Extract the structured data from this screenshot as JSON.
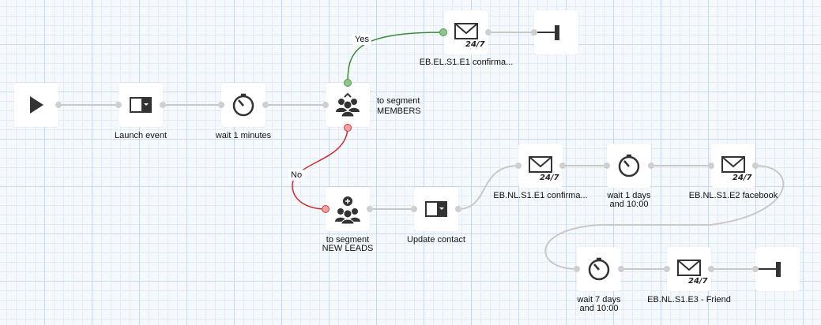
{
  "branches": {
    "yes_label": "Yes",
    "no_label": "No"
  },
  "nodes": {
    "start": {
      "icon": "play-icon"
    },
    "launch_event": {
      "label": "Launch event",
      "icon": "contact-card-icon"
    },
    "wait_1min": {
      "label": "wait 1 minutes",
      "icon": "timer-icon"
    },
    "segment_members": {
      "label_line1": "to segment",
      "label_line2": "MEMBERS",
      "icon": "segment-users-icon"
    },
    "email_el_e1": {
      "label": "EB.EL.S1.E1 confirma...",
      "badge": "24/7",
      "icon": "envelope-icon"
    },
    "end_top": {
      "icon": "end-flow-icon"
    },
    "segment_new_leads": {
      "label_line1": "to segment",
      "label_line2": "NEW LEADS",
      "icon": "add-user-icon"
    },
    "update_contact": {
      "label": "Update contact",
      "icon": "contact-card-icon"
    },
    "email_nl_e1": {
      "label": "EB.NL.S1.E1 confirma...",
      "badge": "24/7",
      "icon": "envelope-icon"
    },
    "wait_1day": {
      "label_line1": "wait 1 days",
      "label_line2": "and 10:00",
      "icon": "timer-icon"
    },
    "email_nl_e2": {
      "label": "EB.NL.S1.E2 facebook",
      "badge": "24/7",
      "icon": "envelope-icon"
    },
    "wait_7days": {
      "label_line1": "wait 7 days",
      "label_line2": "and 10:00",
      "icon": "timer-icon"
    },
    "email_nl_e3": {
      "label": "EB.NL.S1.E3 - Friend",
      "badge": "24/7",
      "icon": "envelope-icon"
    },
    "end_bottom": {
      "icon": "end-flow-icon"
    }
  },
  "colors": {
    "yes_branch": "#3a8a3a",
    "no_branch": "#cc2b2b",
    "connector": "#c8c8c8",
    "icon": "#333333"
  }
}
